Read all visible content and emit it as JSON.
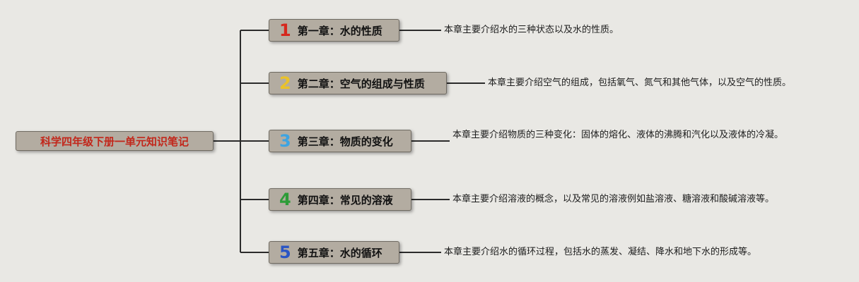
{
  "background_color": "#e9e8e4",
  "node_style": {
    "fill": "#b3aca1",
    "border": "#6f6a61",
    "connector_color": "#2b2b2b"
  },
  "root": {
    "label": "科学四年级下册一单元知识笔记",
    "color": "#c2271b"
  },
  "branches": [
    {
      "number": "1",
      "number_color": "#d6281e",
      "title": "第一章：水的性质",
      "description": "本章主要介绍水的三种状态以及水的性质。"
    },
    {
      "number": "2",
      "number_color": "#eac229",
      "title": "第二章：空气的组成与性质",
      "description": "本章主要介绍空气的组成，包括氧气、氮气和其他气体，以及空气的性质。"
    },
    {
      "number": "3",
      "number_color": "#3da4e2",
      "title": "第三章：物质的变化",
      "description": "本章主要介绍物质的三种变化：固体的熔化、液体的沸腾和汽化以及液体的冷凝。"
    },
    {
      "number": "4",
      "number_color": "#2d9c38",
      "title": "第四章：常见的溶液",
      "description": "本章主要介绍溶液的概念，以及常见的溶液例如盐溶液、糖溶液和酸碱溶液等。"
    },
    {
      "number": "5",
      "number_color": "#2a55c4",
      "title": "第五章：水的循环",
      "description": "本章主要介绍水的循环过程，包括水的蒸发、凝结、降水和地下水的形成等。"
    }
  ]
}
